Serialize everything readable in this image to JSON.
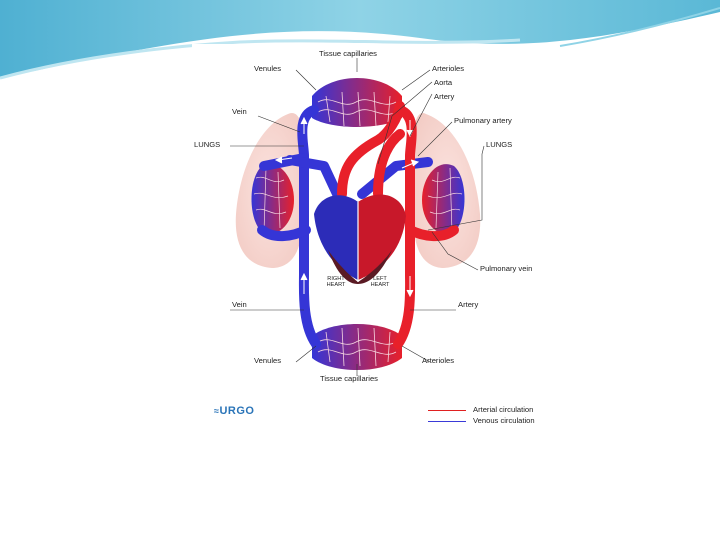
{
  "diagram": {
    "labels": {
      "tissue_capillaries_top": "Tissue capillaries",
      "venules_top": "Venules",
      "arterioles_top": "Arterioles",
      "aorta": "Aorta",
      "artery_top": "Artery",
      "vein_top": "Vein",
      "pulmonary_artery": "Pulmonary artery",
      "lungs_left": "LUNGS",
      "lungs_right": "LUNGS",
      "right_heart": "RIGHT\nHEART",
      "left_heart": "LEFT\nHEART",
      "pulmonary_vein": "Pulmonary vein",
      "vein_bottom": "Vein",
      "artery_bottom": "Artery",
      "venules_bottom": "Venules",
      "arterioles_bottom": "Arterioles",
      "tissue_capillaries_bottom": "Tissue capillaries"
    },
    "legend": [
      {
        "label": "Arterial circulation",
        "color": "#e02020"
      },
      {
        "label": "Venous circulation",
        "color": "#3a3ad8"
      }
    ],
    "logo_text": "URGO"
  },
  "colors": {
    "arterial": "#e8202a",
    "venous": "#3535d6",
    "banner": "#59b7d6"
  }
}
